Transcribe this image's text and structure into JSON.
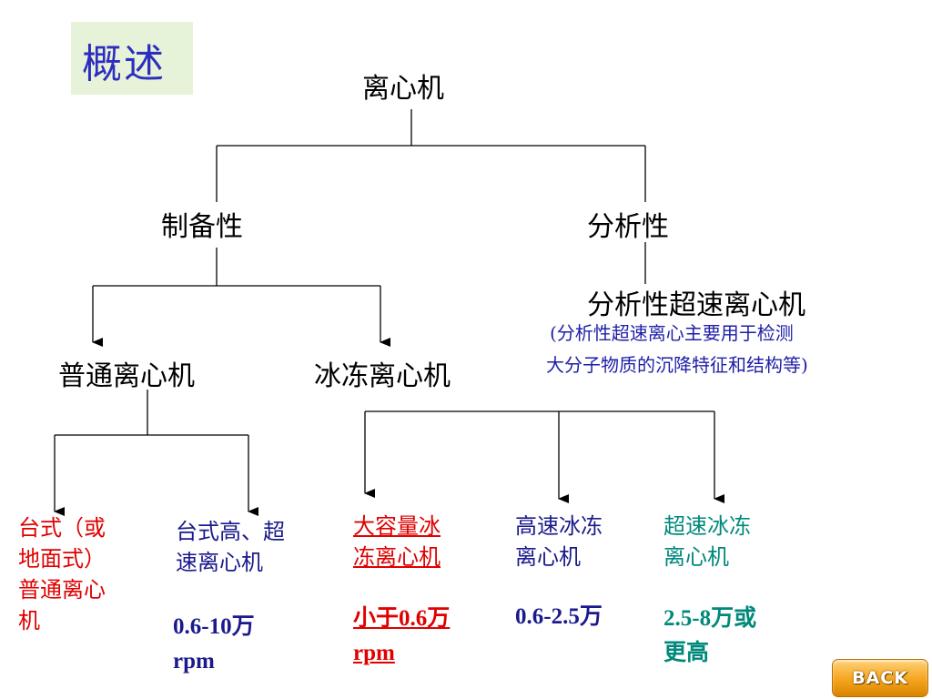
{
  "title": "概述",
  "root": "离心机",
  "branch_left": "制备性",
  "branch_right": "分析性",
  "analytical_type": "分析性超速离心机",
  "analytical_note_line1": "(分析性超速离心主要用于检测",
  "analytical_note_line2": "大分子物质的沉降特征和结构等)",
  "prep_left": "普通离心机",
  "prep_right": "冰冻离心机",
  "leaves": [
    {
      "lines": [
        "台式（或",
        "地面式）",
        "普通离心",
        "机"
      ],
      "speed": [],
      "color": "#e00000"
    },
    {
      "lines": [
        "台式高、超",
        "速离心机"
      ],
      "speed": [
        "0.6-10万",
        "rpm"
      ],
      "color": "#1a1a8c"
    },
    {
      "lines": [
        "大容量冰",
        "冻离心机"
      ],
      "speed": [
        "小于0.6万",
        "rpm"
      ],
      "color": "#e00000"
    },
    {
      "lines": [
        "高速冰冻",
        "离心机"
      ],
      "speed": [
        "0.6-2.5万"
      ],
      "color": "#1a1a8c"
    },
    {
      "lines": [
        "超速冰冻",
        "离心机"
      ],
      "speed": [
        "2.5-8万或",
        "更高"
      ],
      "color": "#00897b"
    }
  ],
  "back_label": "BACK"
}
